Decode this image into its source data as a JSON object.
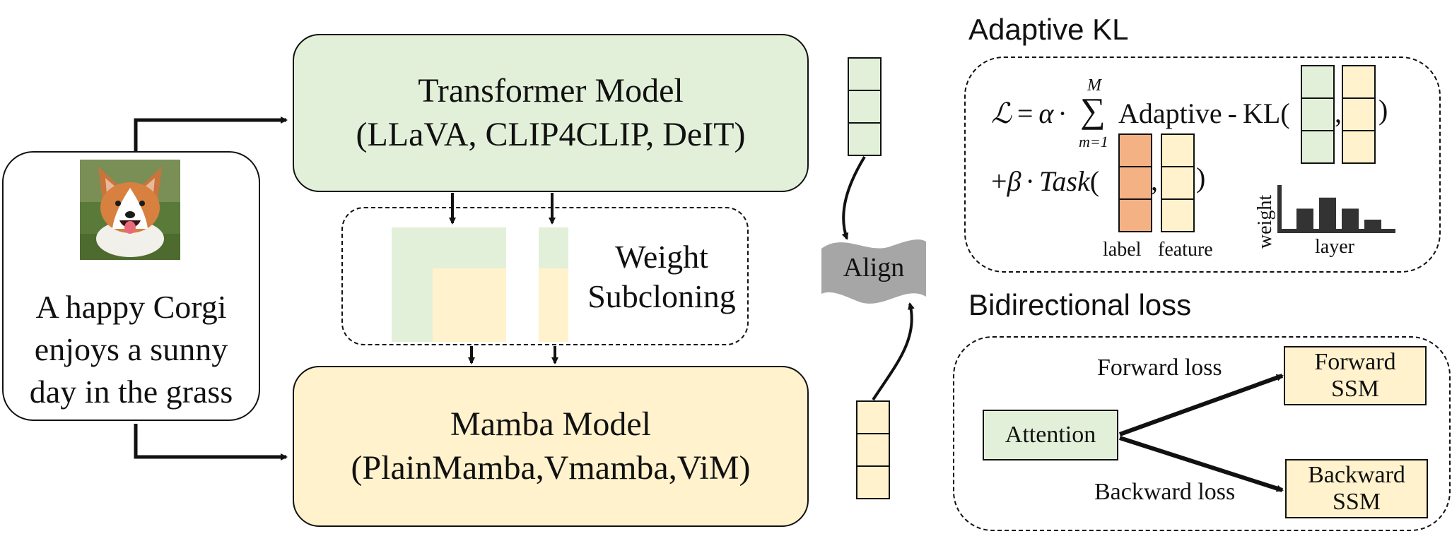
{
  "input": {
    "caption_lines": [
      "A happy Corgi",
      "enjoys a sunny",
      "day in the grass"
    ],
    "image_subject": "corgi-photo"
  },
  "transformer": {
    "title": "Transformer Model",
    "examples": "(LLaVA, CLIP4CLIP, DeIT)",
    "fill_color": "#e2f0d9"
  },
  "mamba": {
    "title": "Mamba Model",
    "examples": "(PlainMamba,Vmamba,ViM)",
    "fill_color": "#fff2cc"
  },
  "weight_subcloning": {
    "lines": [
      "Weight",
      "Subcloning"
    ]
  },
  "align": {
    "label": "Align",
    "flag_color": "#a6a6a6"
  },
  "adaptive_kl": {
    "title": "Adaptive KL",
    "formula": {
      "L": "ℒ",
      "eq": "=",
      "alpha": "α",
      "dot": "·",
      "sum": "∑",
      "sum_upper": "M",
      "sum_lower": "m=1",
      "adaptive": "Adaptive",
      "dash": "-",
      "kl": "KL",
      "plus": "+",
      "beta": "β",
      "task": "Task",
      "open_paren": "(",
      "close_paren": ")",
      "comma": ","
    },
    "label_text": "label",
    "feature_text": "feature",
    "weight_axis": "weight",
    "layer_axis": "layer",
    "bar_levels": [
      0.55,
      0.85,
      0.55,
      0.25
    ],
    "label_color": "#f4b183"
  },
  "bidirectional": {
    "title": "Bidirectional loss",
    "attention": "Attention",
    "forward_ssm": [
      "Forward",
      "SSM"
    ],
    "backward_ssm": [
      "Backward",
      "SSM"
    ],
    "forward_loss": "Forward loss",
    "backward_loss": "Backward loss"
  }
}
